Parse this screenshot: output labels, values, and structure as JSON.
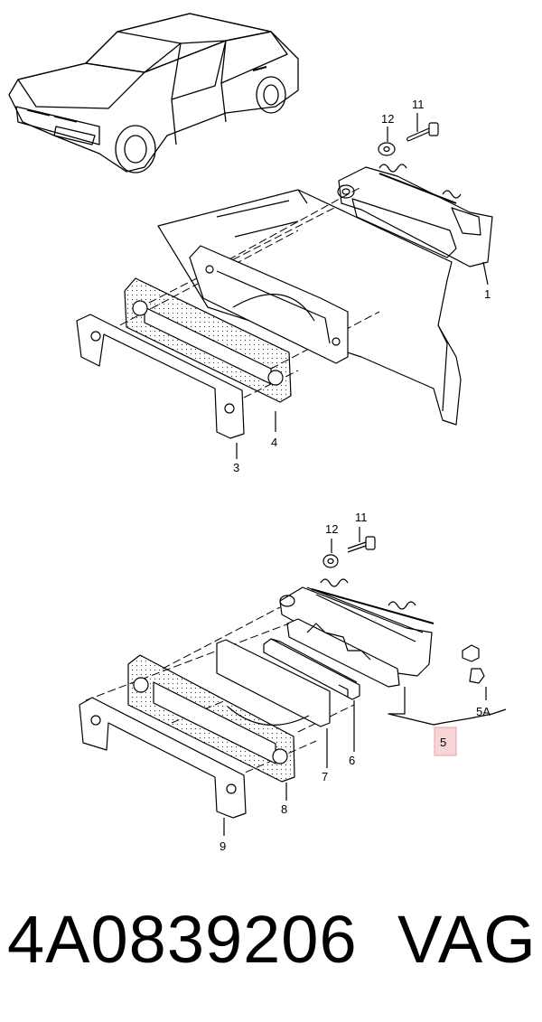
{
  "callouts": {
    "c1": "1",
    "c3": "3",
    "c4": "4",
    "c5": "5",
    "c5a": "5A",
    "c6": "6",
    "c7": "7",
    "c8": "8",
    "c9": "9",
    "c11_top": "11",
    "c12_top": "12",
    "c11_bottom": "11",
    "c12_bottom": "12"
  },
  "colors": {
    "ink": "#000000",
    "highlight_fill": "#f7d4d6",
    "highlight_border": "#e8a0a6",
    "gasket_fill": "#f4f4f4"
  },
  "footer": {
    "part_number": "4A0839206",
    "brand": "VAG"
  }
}
